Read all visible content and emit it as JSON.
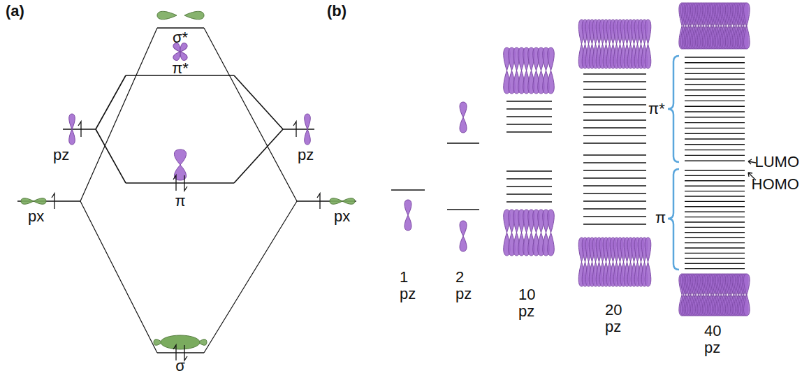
{
  "diagram": {
    "labels": [
      "(a)",
      "σ*",
      "π*",
      "pz",
      "pz",
      "π",
      "px",
      "px",
      "σ",
      "(b)",
      "1 pz",
      "2 pz",
      "10 pz",
      "20 pz",
      "40 pz",
      "π*",
      "LUMO",
      "HOMO",
      "π"
    ]
  }
}
